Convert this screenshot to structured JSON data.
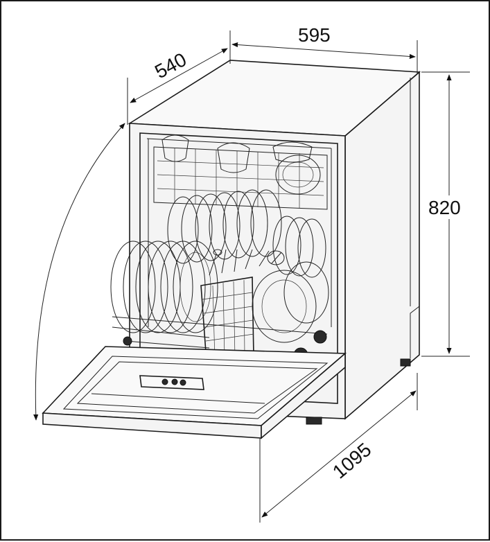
{
  "dimensions": {
    "width": "595",
    "depth": "540",
    "height": "820",
    "door_open_depth": "1095"
  },
  "colors": {
    "line": "#1a1a1a",
    "background": "#ffffff"
  }
}
